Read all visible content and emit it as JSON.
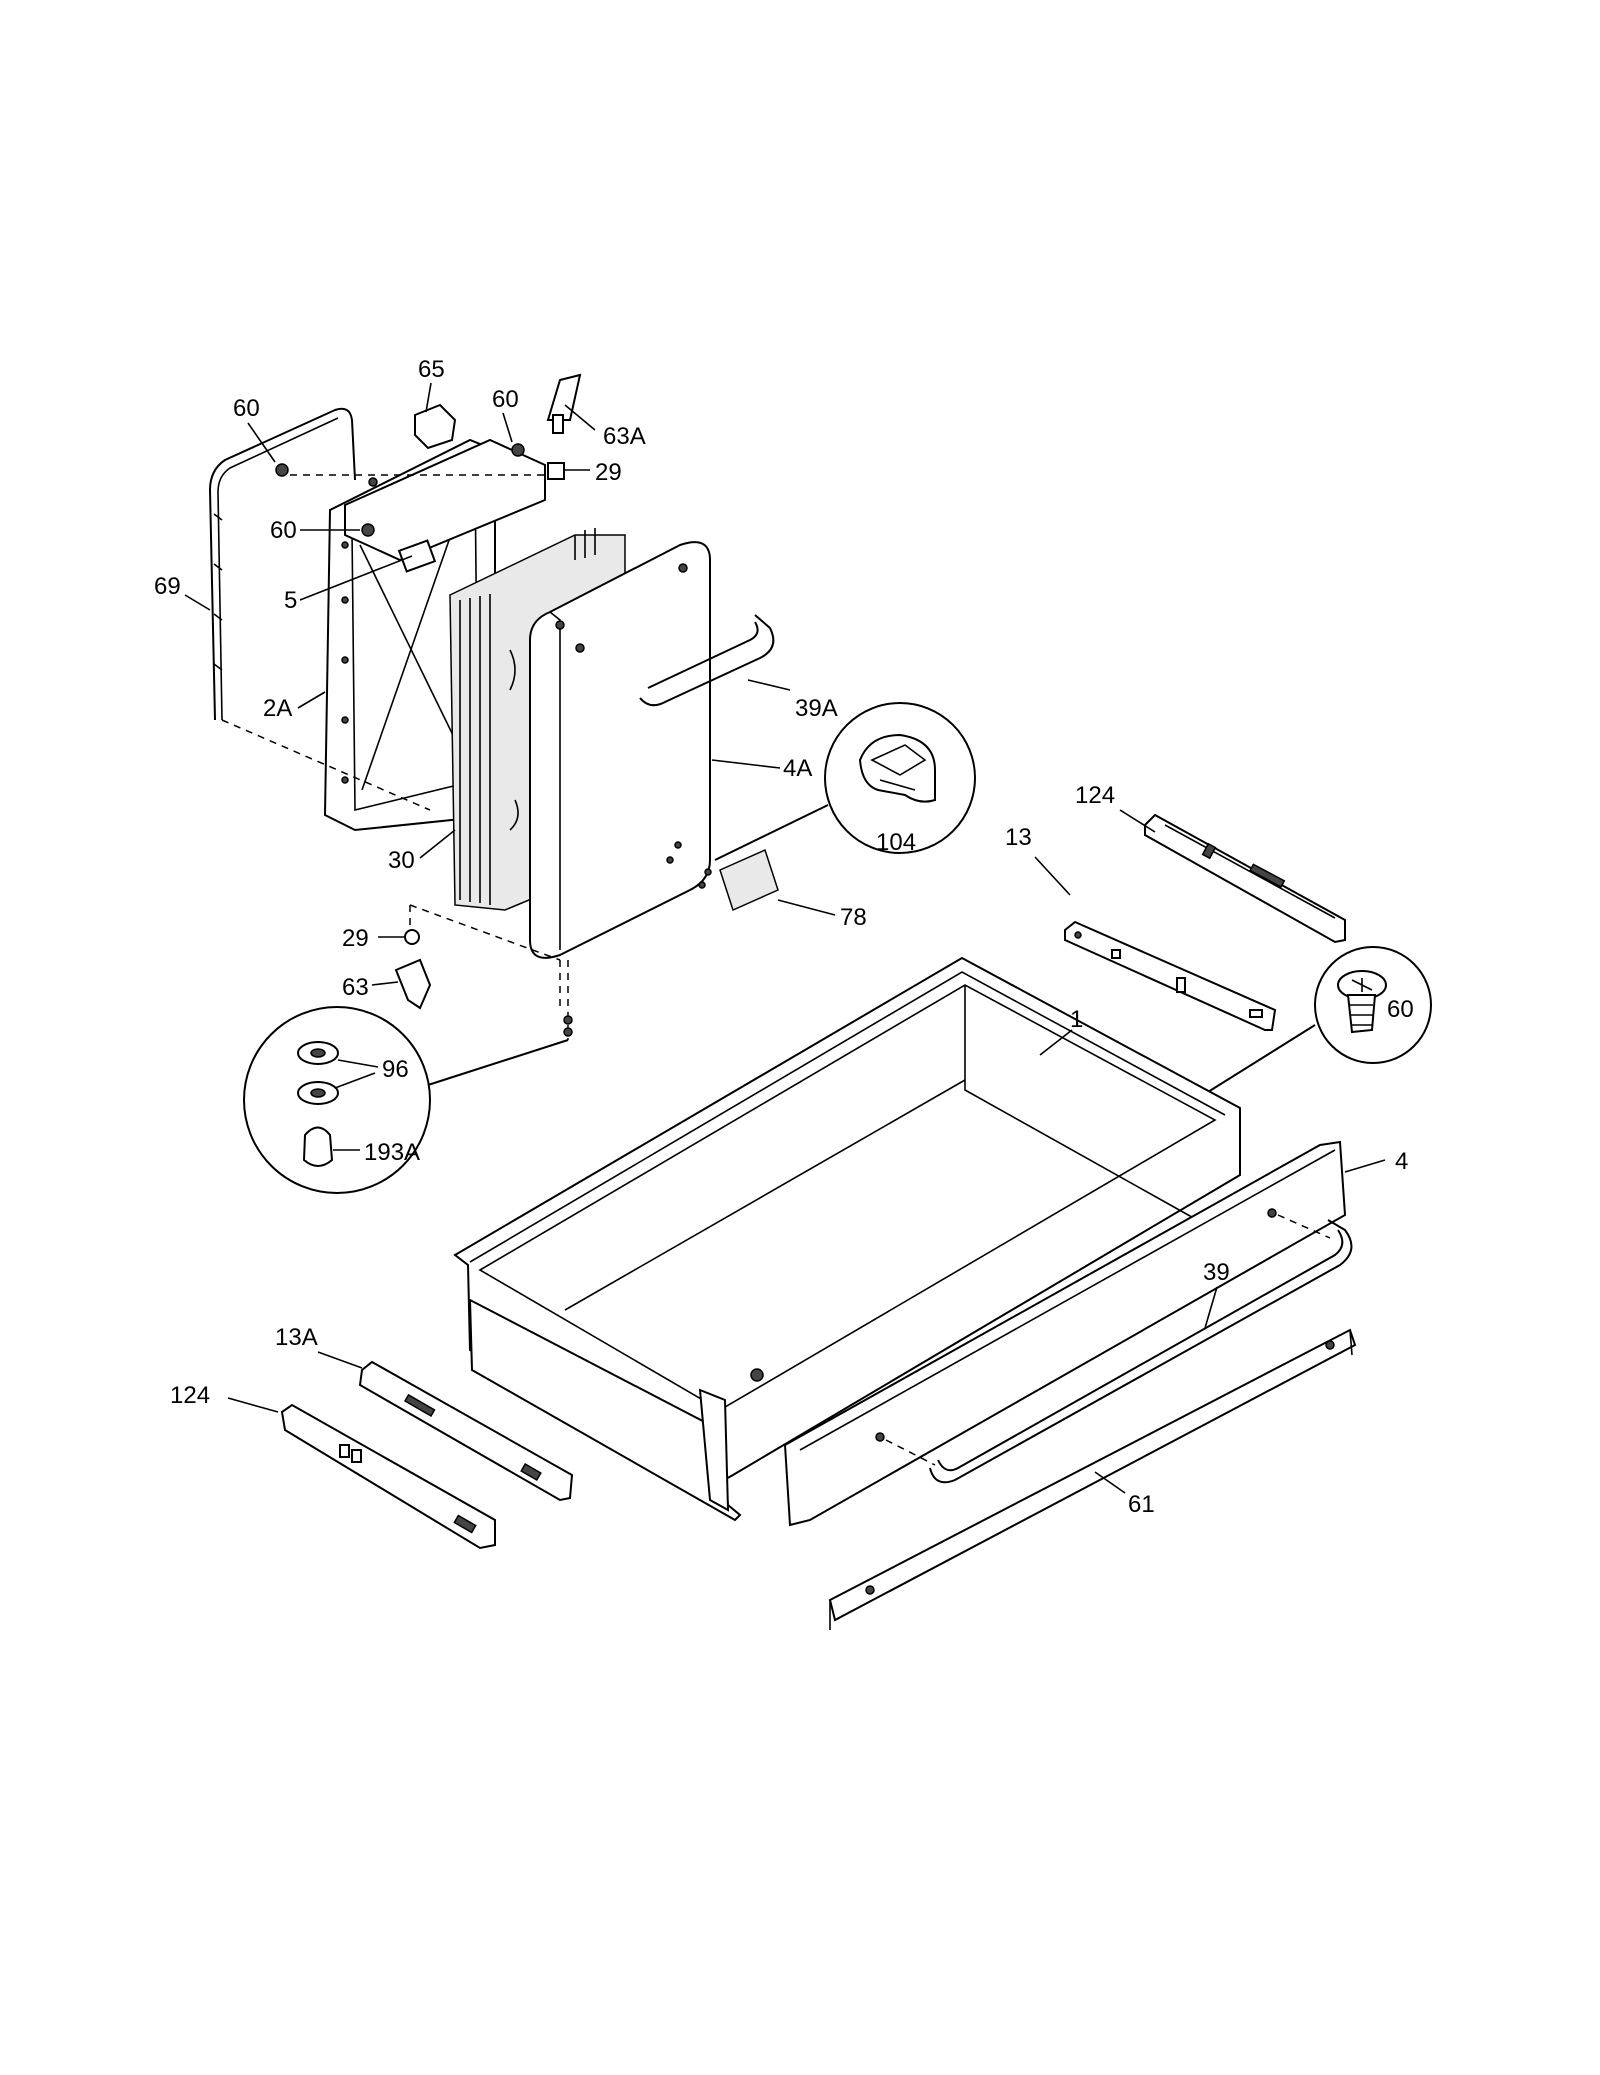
{
  "labels": {
    "p60_a": "60",
    "p65": "65",
    "p60_b": "60",
    "p63A": "63A",
    "p29_a": "29",
    "p60_c": "60",
    "p5": "5",
    "p69": "69",
    "p2A": "2A",
    "p39A": "39A",
    "p4A": "4A",
    "p30": "30",
    "p104": "104",
    "p124_a": "124",
    "p13": "13",
    "p78": "78",
    "p29_b": "29",
    "p63": "63",
    "p1": "1",
    "p96": "96",
    "p193A": "193A",
    "p60_d": "60",
    "p4": "4",
    "p39": "39",
    "p13A": "13A",
    "p124_b": "124",
    "p61": "61"
  }
}
